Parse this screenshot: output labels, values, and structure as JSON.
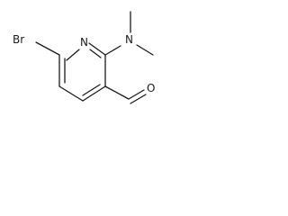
{
  "molecule": {
    "atoms": {
      "bromine": "Br",
      "ring_nitrogen": "N",
      "amine_nitrogen": "N",
      "aldehyde_oxygen": "O"
    },
    "bond_color": "#1a1a1a",
    "label_color": "#1a1a1a",
    "background": "#ffffff"
  }
}
